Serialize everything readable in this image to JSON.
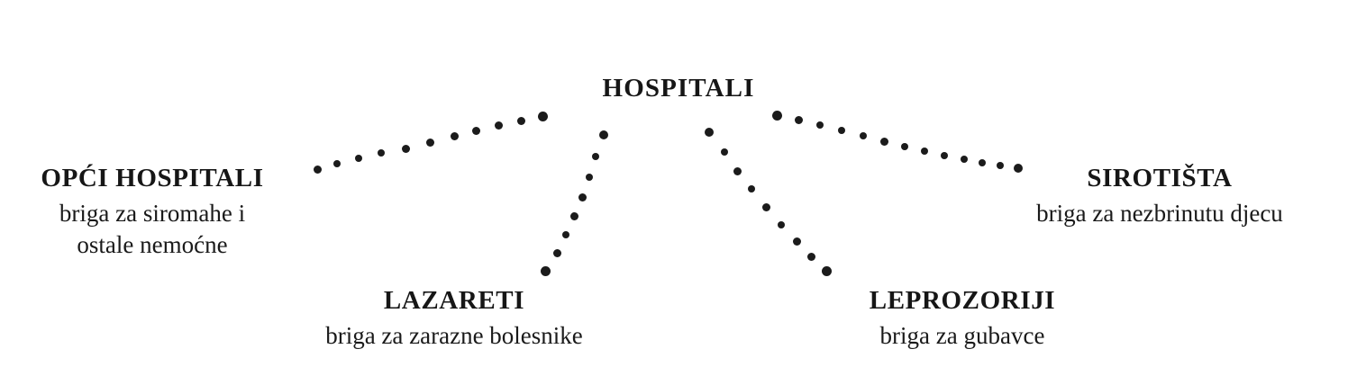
{
  "diagram": {
    "type": "radial-tree",
    "background_color": "#ffffff",
    "dot_color": "#1b1b1b",
    "text_color": "#1a1a1a",
    "root": {
      "id": "hospitali",
      "title": "HOSPITALI",
      "description": ""
    },
    "nodes": [
      {
        "id": "opci-hospitali",
        "title": "OPĆI HOSPITALI",
        "description": "briga za siromahe i\nostale nemoćne",
        "position": "left"
      },
      {
        "id": "lazareti",
        "title": "LAZARETI",
        "description": "briga za zarazne bolesnike",
        "position": "bottom-left"
      },
      {
        "id": "leprozoriji",
        "title": "LEPROZORIJI",
        "description": "briga za gubavce",
        "position": "bottom-right"
      },
      {
        "id": "sirotista",
        "title": "SIROTIŠTA",
        "description": "briga za nezbrinutu djecu",
        "position": "right"
      }
    ],
    "connectors": [
      {
        "id": "connector-opci-hospitali",
        "from": "hospitali",
        "to": "opci-hospitali",
        "style": "dotted",
        "dots": [
          [
            352,
            188,
            9
          ],
          [
            374,
            182,
            8
          ],
          [
            398,
            176,
            8
          ],
          [
            423,
            170,
            8
          ],
          [
            450,
            165,
            9
          ],
          [
            477,
            158,
            9
          ],
          [
            504,
            151,
            9
          ],
          [
            528,
            145,
            9
          ],
          [
            553,
            139,
            9
          ],
          [
            578,
            134,
            9
          ],
          [
            602,
            129,
            11
          ]
        ]
      },
      {
        "id": "connector-lazareti",
        "from": "hospitali",
        "to": "lazareti",
        "style": "dotted",
        "dots": [
          [
            670,
            150,
            10
          ],
          [
            661,
            174,
            8
          ],
          [
            654,
            197,
            8
          ],
          [
            646,
            219,
            9
          ],
          [
            637,
            240,
            9
          ],
          [
            628,
            261,
            8
          ],
          [
            618,
            281,
            9
          ],
          [
            605,
            301,
            11
          ]
        ]
      },
      {
        "id": "connector-leprozoriji",
        "from": "hospitali",
        "to": "leprozoriji",
        "style": "dotted",
        "dots": [
          [
            787,
            147,
            10
          ],
          [
            804,
            169,
            8
          ],
          [
            818,
            190,
            9
          ],
          [
            834,
            210,
            8
          ],
          [
            850,
            230,
            9
          ],
          [
            867,
            250,
            8
          ],
          [
            884,
            268,
            9
          ],
          [
            900,
            285,
            9
          ],
          [
            917,
            301,
            11
          ]
        ]
      },
      {
        "id": "connector-sirotista",
        "from": "hospitali",
        "to": "sirotista",
        "style": "dotted",
        "dots": [
          [
            862,
            128,
            11
          ],
          [
            886,
            133,
            9
          ],
          [
            910,
            139,
            8
          ],
          [
            934,
            145,
            8
          ],
          [
            958,
            151,
            8
          ],
          [
            981,
            157,
            9
          ],
          [
            1004,
            163,
            8
          ],
          [
            1026,
            168,
            8
          ],
          [
            1048,
            173,
            8
          ],
          [
            1070,
            177,
            8
          ],
          [
            1090,
            181,
            8
          ],
          [
            1110,
            184,
            8
          ],
          [
            1130,
            187,
            10
          ]
        ]
      }
    ]
  }
}
